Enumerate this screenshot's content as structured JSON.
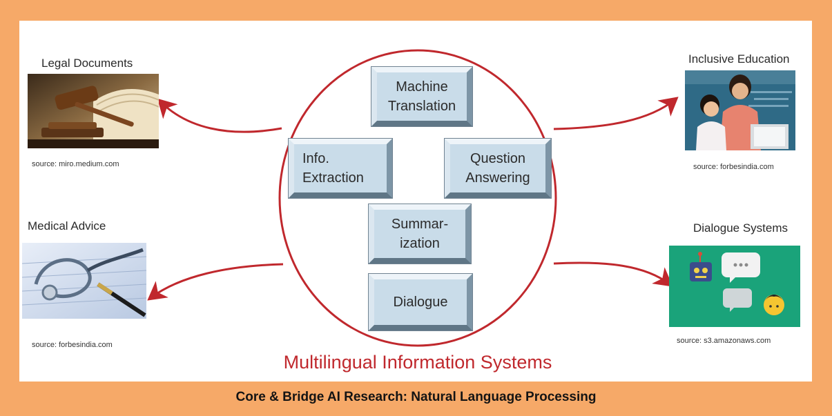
{
  "center": {
    "title": "Multilingual Information Systems",
    "tasks": [
      {
        "id": "machine-translation",
        "label": "Machine\nTranslation"
      },
      {
        "id": "info-extraction",
        "label": "Info.\nExtraction"
      },
      {
        "id": "question-answering",
        "label": "Question\nAnswering"
      },
      {
        "id": "summarization",
        "label": "Summar-\nization"
      },
      {
        "id": "dialogue",
        "label": "Dialogue"
      }
    ]
  },
  "applications": [
    {
      "id": "legal",
      "title": "Legal Documents",
      "source": "source: miro.medium.com",
      "image": "gavel-and-book-photo"
    },
    {
      "id": "medical",
      "title": "Medical Advice",
      "source": "source: forbesindia.com",
      "image": "stethoscope-and-pen-photo"
    },
    {
      "id": "education",
      "title": "Inclusive Education",
      "source": "source: forbesindia.com",
      "image": "teacher-and-child-at-laptop-photo"
    },
    {
      "id": "dialogue-systems",
      "title": "Dialogue Systems",
      "source": "source: s3.amazonaws.com",
      "image": "robot-and-person-chat-illustration"
    }
  ],
  "footer": {
    "title": "Core & Bridge AI Research: Natural Language Processing"
  },
  "colors": {
    "frame": "#f6a968",
    "accent_red": "#c0282d",
    "box_fill": "#c9dce9",
    "dialogue_bg": "#1aa37a"
  }
}
